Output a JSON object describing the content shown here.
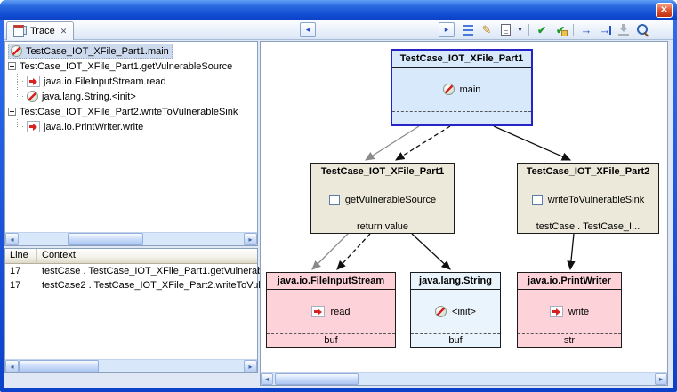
{
  "window": {
    "close_glyph": "✕"
  },
  "tab": {
    "label": "Trace",
    "close_glyph": "✕"
  },
  "toolbar": {
    "scroll_left_glyph": "◂",
    "scroll_right_glyph": "▸",
    "edit_glyph": "✎",
    "dropdown_glyph": "▾",
    "check_glyph": "✔",
    "check_edit_glyph": "✔",
    "forward_glyph": "→",
    "forward_bar_glyph": "→"
  },
  "scrollbar": {
    "left_glyph": "◂",
    "right_glyph": "▸"
  },
  "tree": {
    "items": [
      {
        "label": "TestCase_IOT_XFile_Part1.main",
        "icon": "no-entry",
        "selected": true
      },
      {
        "label": "TestCase_IOT_XFile_Part1.getVulnerableSource",
        "icon": "expander-minus"
      },
      {
        "label": "java.io.FileInputStream.read",
        "icon": "red-arrow"
      },
      {
        "label": "java.lang.String.<init>",
        "icon": "no-entry"
      },
      {
        "label": "TestCase_IOT_XFile_Part2.writeToVulnerableSink",
        "icon": "expander-minus"
      },
      {
        "label": "java.io.PrintWriter.write",
        "icon": "red-arrow"
      }
    ]
  },
  "table": {
    "columns": [
      "Line",
      "Context"
    ],
    "rows": [
      {
        "line": "17",
        "context": "testCase . TestCase_IOT_XFile_Part1.getVulnerab"
      },
      {
        "line": "17",
        "context": "testCase2 . TestCase_IOT_XFile_Part2.writeToVul"
      }
    ]
  },
  "diagram": {
    "nodes": [
      {
        "id": "main",
        "title": "TestCase_IOT_XFile_Part1",
        "method": "main",
        "icon": "no-entry",
        "footer": "",
        "style": "selected"
      },
      {
        "id": "getVulnerableSource",
        "title": "TestCase_IOT_XFile_Part1",
        "method": "getVulnerableSource",
        "icon": "checkbox",
        "footer": "return value",
        "style": "gray"
      },
      {
        "id": "writeToVulnerableSink",
        "title": "TestCase_IOT_XFile_Part2",
        "method": "writeToVulnerableSink",
        "icon": "checkbox",
        "footer": "testCase . TestCase_I...",
        "style": "gray"
      },
      {
        "id": "read",
        "title": "java.io.FileInputStream",
        "method": "read",
        "icon": "red-arrow",
        "footer": "buf",
        "style": "pink"
      },
      {
        "id": "init",
        "title": "java.lang.String",
        "method": "<init>",
        "icon": "no-entry",
        "footer": "buf",
        "style": "lightblue"
      },
      {
        "id": "write",
        "title": "java.io.PrintWriter",
        "method": "write",
        "icon": "red-arrow",
        "footer": "str",
        "style": "pink"
      }
    ],
    "edges": [
      {
        "from": "main",
        "to": "getVulnerableSource",
        "style": "gray-solid"
      },
      {
        "from": "main",
        "to": "getVulnerableSource",
        "style": "black-dashed"
      },
      {
        "from": "main",
        "to": "writeToVulnerableSink",
        "style": "black-solid"
      },
      {
        "from": "getVulnerableSource",
        "to": "read",
        "style": "gray-solid"
      },
      {
        "from": "getVulnerableSource",
        "to": "read",
        "style": "black-dashed"
      },
      {
        "from": "getVulnerableSource",
        "to": "init",
        "style": "black-solid"
      },
      {
        "from": "writeToVulnerableSink",
        "to": "write",
        "style": "black-solid"
      }
    ]
  }
}
